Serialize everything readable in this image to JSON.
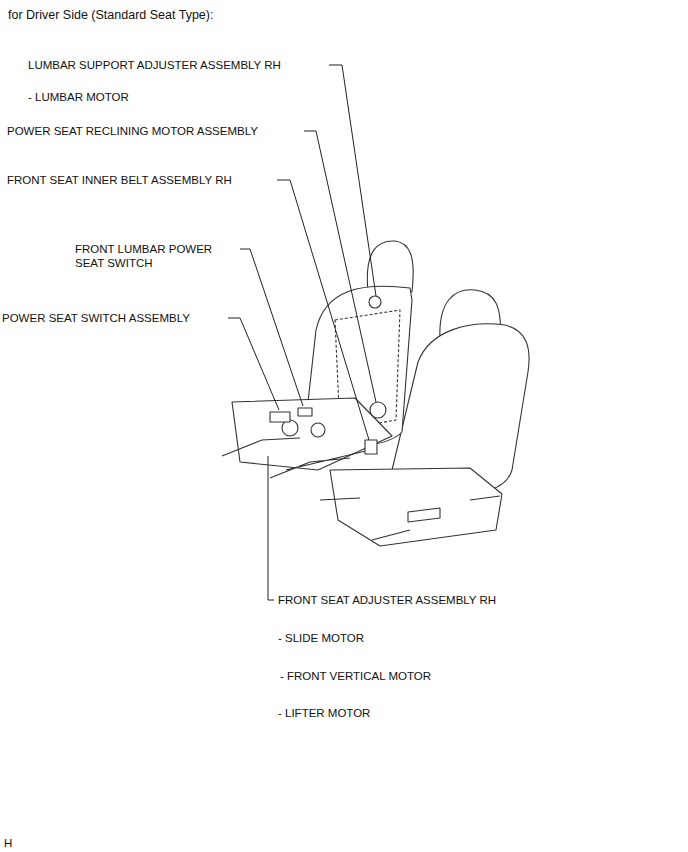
{
  "diagram": {
    "title": "for Driver Side (Standard Seat Type):",
    "labels": [
      "LUMBAR SUPPORT ADJUSTER ASSEMBLY RH",
      "- LUMBAR MOTOR",
      "POWER SEAT RECLINING MOTOR ASSEMBLY",
      "FRONT SEAT INNER BELT ASSEMBLY RH",
      "FRONT LUMBAR POWER SEAT SWITCH",
      "POWER SEAT SWITCH ASSEMBLY",
      "FRONT SEAT ADJUSTER ASSEMBLY RH",
      "- SLIDE MOTOR",
      "- FRONT VERTICAL MOTOR",
      "- LIFTER MOTOR",
      "H"
    ]
  }
}
